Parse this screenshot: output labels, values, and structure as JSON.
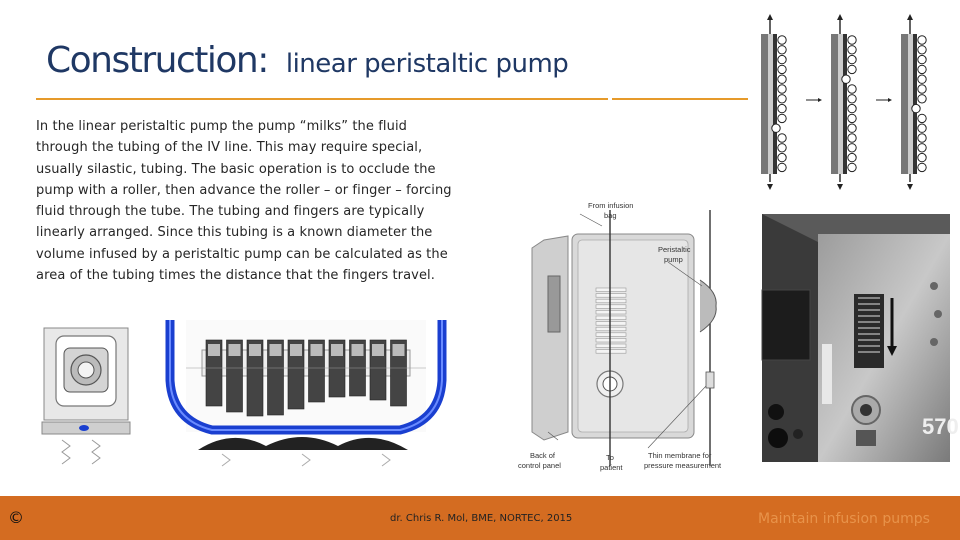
{
  "slide": {
    "title_main": "Construction:",
    "title_sub": "linear peristaltic pump",
    "body_lines": [
      "In the linear peristaltic pump the pump “milks” the fluid",
      "through the tubing of the IV line. This may require special,",
      "usually silastic, tubing. The basic operation is to occlude the",
      "pump with a roller, then advance the roller – or finger – forcing",
      "fluid through the tube. The tubing and fingers are typically",
      "linearly arranged. Since this tubing is a known diameter the",
      "volume infused by a peristaltic pump can be calculated as the",
      "area of the tubing times the distance that the fingers travel."
    ]
  },
  "diagram": {
    "label_from_infusion": "From infusion",
    "label_bag": "bag",
    "label_peristaltic": "Peristaltic",
    "label_pump": "pump",
    "label_back_of": "Back of",
    "label_control_panel": "control panel",
    "label_to": "To",
    "label_patient": "patient",
    "label_thin_membrane": "Thin membrane for",
    "label_pressure": "pressure measurement"
  },
  "photo": {
    "number": "570"
  },
  "footer": {
    "copyright": "©",
    "author": "dr. Chris R. Mol, BME, NORTEC, 2015",
    "topic": "Maintain infusion pumps"
  },
  "colors": {
    "accent_orange": "#d46c21",
    "rule_orange": "#e69a2a",
    "title_blue": "#1f3864",
    "tube_blue": "#1a3fd0"
  }
}
